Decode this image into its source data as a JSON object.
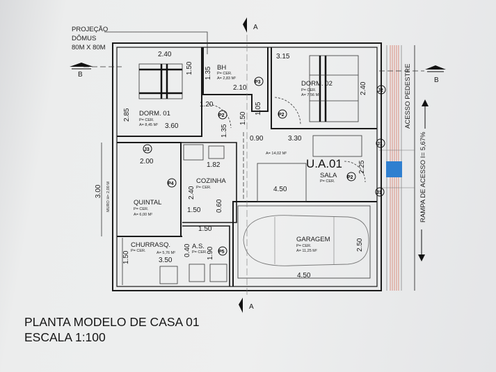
{
  "title": "PLANTA MODELO DE CASA 01",
  "scale": "ESCALA 1:100",
  "projection": [
    "PROJEÇÃO",
    "DÔMUS",
    "80M X 80M"
  ],
  "sections": {
    "a": "A",
    "b": "B"
  },
  "unit_label": "U.A.01",
  "rooms": {
    "dorm01": {
      "name": "DORM. 01",
      "floor": "P= CER.",
      "area": "A= 8,45 M²"
    },
    "bh": {
      "name": "BH",
      "floor": "P= CER.",
      "area": "A= 2,83 M²"
    },
    "dorm02": {
      "name": "DORM. 02",
      "floor": "P= CER.",
      "area": "A= 7,56 M²"
    },
    "sala": {
      "name": "SALA",
      "floor": "P= CER.",
      "area": "A= 14,02 M²"
    },
    "cozinha": {
      "name": "COZINHA",
      "floor": "P= CER."
    },
    "quintal": {
      "name": "QUINTAL",
      "floor": "P= CER.",
      "area": "A= 6,00 M²"
    },
    "churrasq": {
      "name": "CHURRASQ.",
      "floor": "P= CER.",
      "area": "A= 5,76 M²"
    },
    "as": {
      "name": "A.S.",
      "floor": "P= CER."
    },
    "garagem": {
      "name": "GARAGEM",
      "floor": "P= CER.",
      "area": "A= 11,25 M²"
    }
  },
  "dims": [
    "2.40",
    "1.50",
    "1.35",
    "2.10",
    "1.20",
    "2.85",
    "3.60",
    "1.50",
    "1.35",
    "1.05",
    "0.90",
    "3.15",
    "2.40",
    "3.30",
    "2.25",
    "4.50",
    "2.00",
    "1.82",
    "3.00",
    "2.40",
    "1.50",
    "0.60",
    "1.50",
    "1.50",
    "3.50",
    "0.40",
    "1.90",
    "2.50",
    "4.50"
  ],
  "wall_note": "MURO H= 2,00 M",
  "tags": [
    "P3",
    "P2",
    "P2",
    "J2",
    "J1",
    "P2",
    "J1",
    "J3",
    "P4",
    "P5"
  ],
  "access": {
    "pedestrian": "ACESSO PEDESTRE",
    "ramp": "RAMPA DE ACESSO I= 5,67%"
  },
  "colors": {
    "walls": "#1a1a1a",
    "sidewalk_lines": "#d98a7a",
    "marker": "#2f7fd0",
    "paper": "#eceded"
  }
}
